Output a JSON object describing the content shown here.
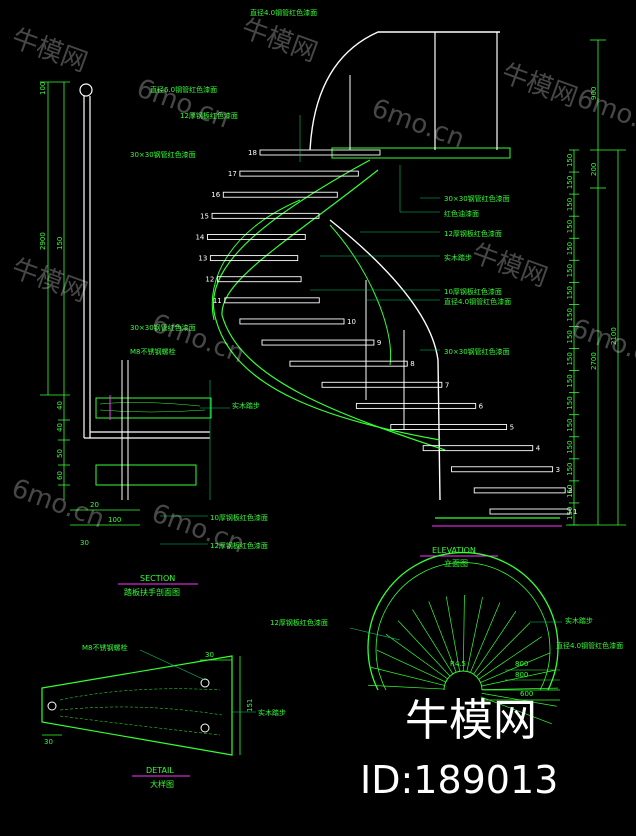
{
  "colors": {
    "background": "#000000",
    "linework": "#33ff33",
    "lightline": "#ffffff",
    "accent": "#ff33ff",
    "leader": "#00cc66"
  },
  "brand": {
    "logo_text": "牛模网",
    "id_text": "ID:189013"
  },
  "watermarks": [
    "牛模网",
    "6mo.cn",
    "牛模网",
    "6mo.cn",
    "牛模网",
    "6mo.cn",
    "牛模网",
    "6mo.cn",
    "牛模网",
    "6mo.cn",
    "6mo.cn",
    "6mo.cn"
  ],
  "titles": {
    "section_en": "SECTION",
    "section_cn": "踏板扶手剖面图",
    "elevation_en": "ELEVATION",
    "elevation_cn": "立面图",
    "detail_en": "DETAIL",
    "detail_cn": "大样图"
  },
  "callouts": {
    "c1": "直径4.0钢管红色漆面",
    "c2": "12厚钢板红色漆面",
    "c3": "30×30钢管红色漆面",
    "c4": "30×30钢管红色漆面",
    "c5": "红色油漆面",
    "c6": "12厚钢板红色漆面",
    "c7": "实木踏步",
    "c8": "10厚钢板红色漆面",
    "c9": "直径4.0钢管红色漆面",
    "c10": "30×30钢管红色漆面",
    "c11": "直径6.0钢管红色漆面",
    "c12": "30×30钢管红色漆面",
    "c13": "M8不锈钢螺栓",
    "c14": "实木踏步",
    "c15": "10厚钢板红色漆面",
    "c16": "12厚钢板红色漆面",
    "c17": "12厚钢板红色漆面",
    "c18": "实木踏步",
    "c19": "直径4.0钢管红色漆面",
    "c20": "M8不锈钢螺栓",
    "c21": "实木踏步"
  },
  "step_numbers": [
    "18",
    "17",
    "16",
    "15",
    "14",
    "13",
    "12",
    "11",
    "10",
    "9",
    "8",
    "7",
    "6",
    "5",
    "4",
    "3",
    "2",
    "1"
  ],
  "right_dims": [
    "150",
    "150",
    "150",
    "150",
    "150",
    "150",
    "150",
    "150",
    "150",
    "150",
    "150",
    "150",
    "150",
    "150",
    "150",
    "150",
    "150"
  ],
  "right_outer": {
    "top": "900",
    "mid": "2100",
    "total": "2700",
    "small": "200"
  },
  "section_dims": {
    "d100": "100",
    "d2900": "2900",
    "d150": "150",
    "d40a": "40",
    "d40b": "40",
    "d50": "50",
    "d60": "60",
    "d20": "20",
    "d100b": "100",
    "d30": "30"
  },
  "plan_dims": {
    "r": "R4.5",
    "d800a": "800",
    "d800b": "800",
    "d600": "600"
  },
  "detail_dims": {
    "d30": "30",
    "d151": "151",
    "d30b": "30"
  }
}
